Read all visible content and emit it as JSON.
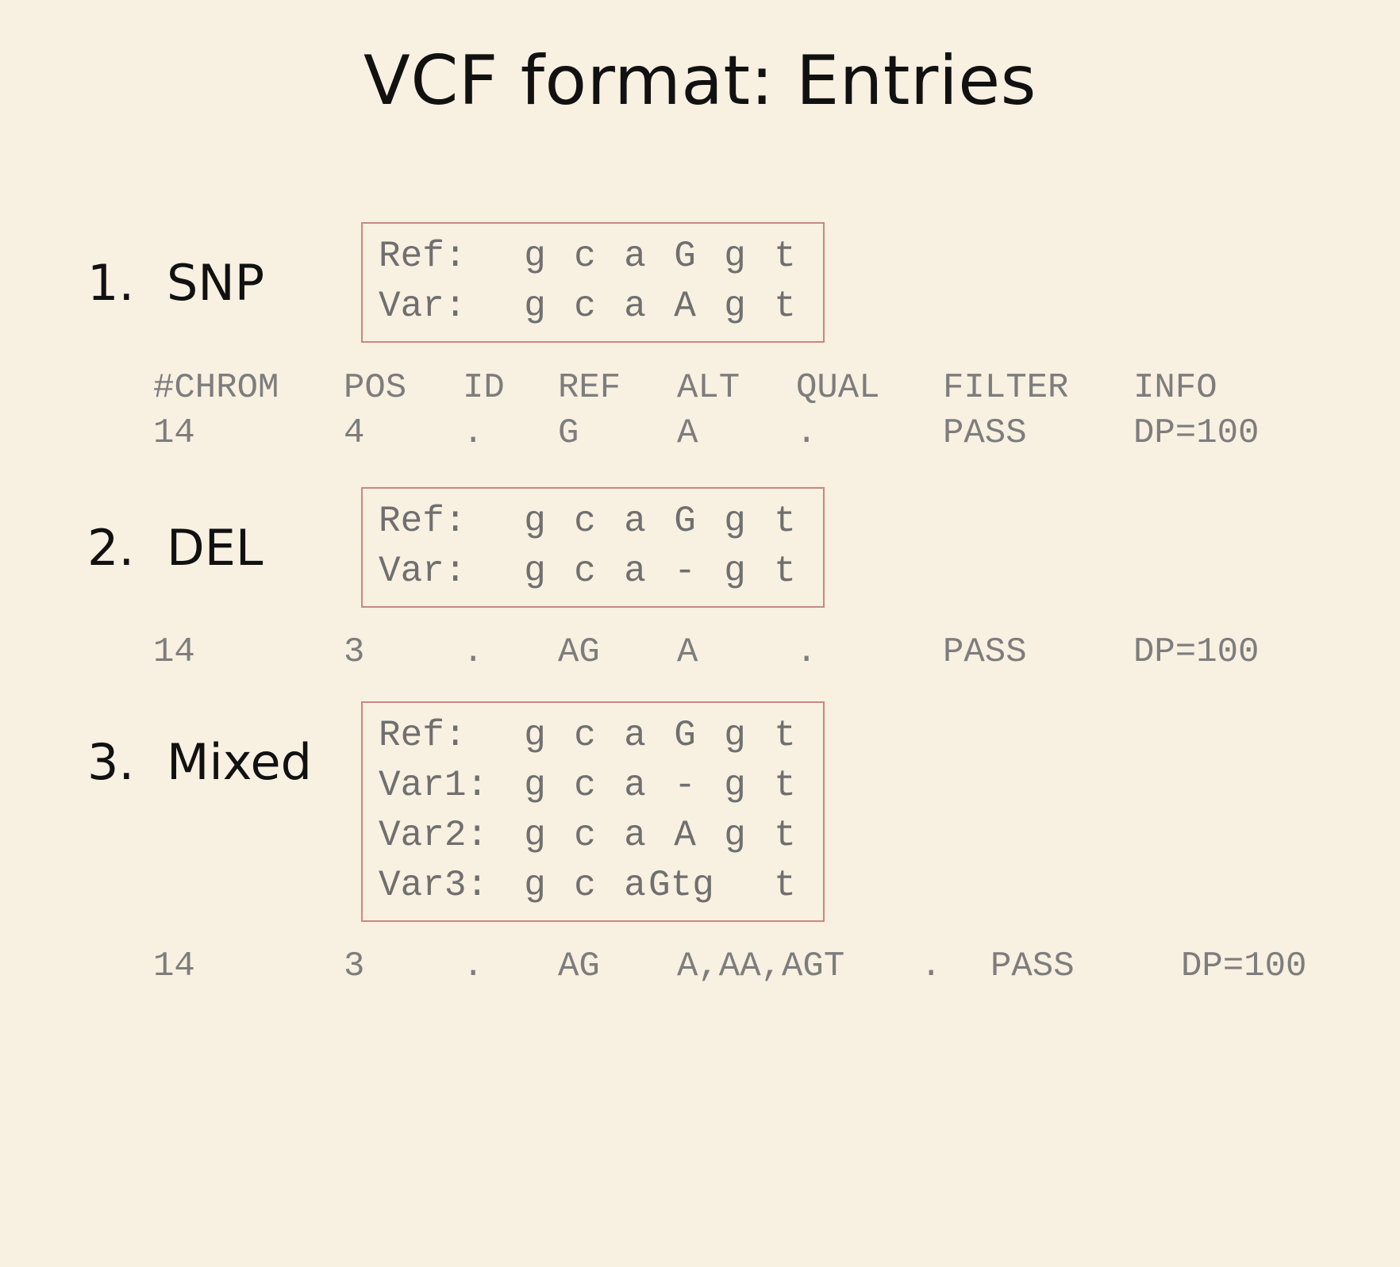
{
  "title": "VCF format: Entries",
  "items": [
    {
      "number": "1.",
      "label": "SNP",
      "seq": [
        {
          "label": "Ref:",
          "bases": [
            "g",
            "c",
            "a",
            "G",
            "g",
            "t"
          ]
        },
        {
          "label": "Var:",
          "bases": [
            "g",
            "c",
            "a",
            "A",
            "g",
            "t"
          ]
        }
      ]
    },
    {
      "number": "2.",
      "label": "DEL",
      "seq": [
        {
          "label": "Ref:",
          "bases": [
            "g",
            "c",
            "a",
            "G",
            "g",
            "t"
          ]
        },
        {
          "label": "Var:",
          "bases": [
            "g",
            "c",
            "a",
            "-",
            "g",
            "t"
          ]
        }
      ]
    },
    {
      "number": "3.",
      "label": "Mixed",
      "seq": [
        {
          "label": "Ref:",
          "bases": [
            "g",
            "c",
            "a",
            "G",
            "g",
            "t"
          ]
        },
        {
          "label": "Var1:",
          "bases": [
            "g",
            "c",
            "a",
            "-",
            "g",
            "t"
          ]
        },
        {
          "label": "Var2:",
          "bases": [
            "g",
            "c",
            "a",
            "A",
            "g",
            "t"
          ]
        },
        {
          "label": "Var3:",
          "bases": [
            "g",
            "c",
            "a",
            "Gtg",
            "",
            "t"
          ]
        }
      ]
    }
  ],
  "vcf_header": [
    "#CHROM",
    "POS",
    "ID",
    "REF",
    "ALT",
    "QUAL",
    "FILTER",
    "INFO"
  ],
  "vcf_rows": [
    [
      "14",
      "4",
      ".",
      "G",
      "A",
      ".",
      "PASS",
      "DP=100"
    ],
    [
      "14",
      "3",
      ".",
      "AG",
      "A",
      ".",
      "PASS",
      "DP=100"
    ],
    [
      "14",
      "3",
      ".",
      "AG",
      "A,AA,AGT",
      ".",
      "PASS",
      "DP=100"
    ]
  ],
  "colors": {
    "background": "#f8f0e1",
    "box_border": "#c88880",
    "mono_text": "#7d7d7d",
    "heading_text": "#111111"
  }
}
